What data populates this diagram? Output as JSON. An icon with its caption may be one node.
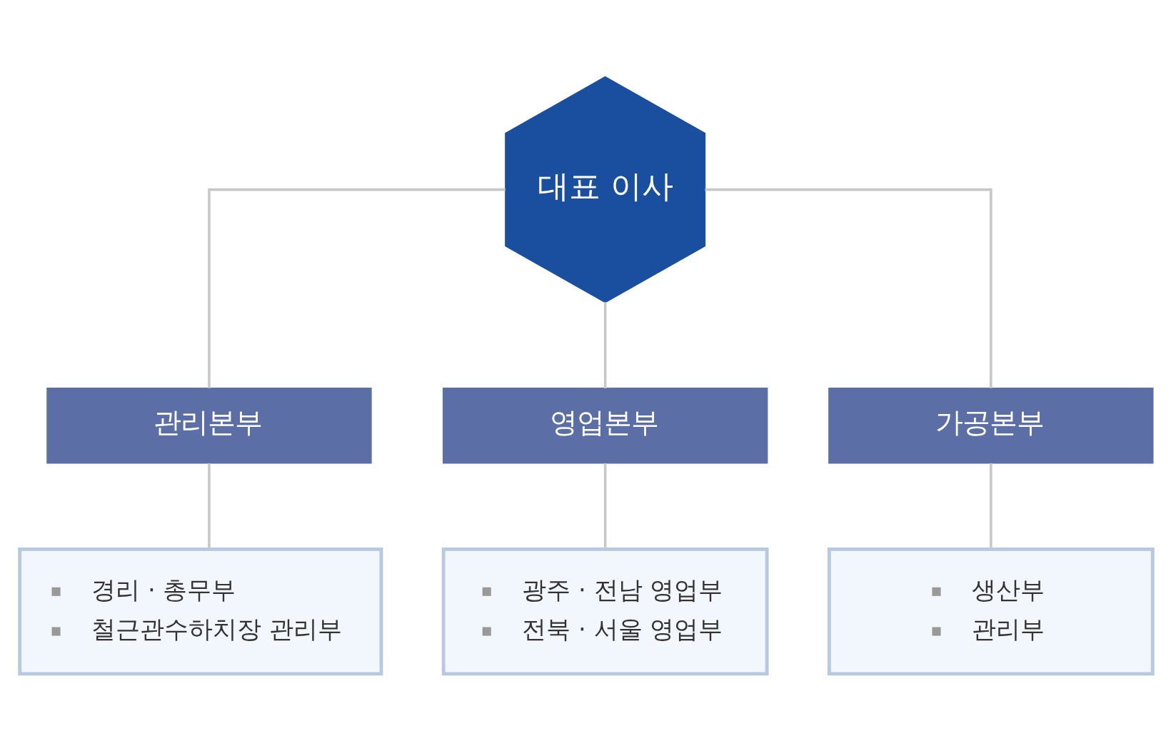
{
  "diagram": {
    "nodes": [
      {
        "text": [
          "대표 이사"
        ]
      },
      {
        "text": [
          "관리본부"
        ]
      },
      {
        "text": [
          "영업본부"
        ]
      },
      {
        "text": [
          "가공본부"
        ]
      },
      {
        "text": [
          "경리 · 총무부",
          "철근관수하치장 관리부"
        ]
      },
      {
        "text": [
          "광주 · 전남 영업부",
          "전북 · 서울 영업부"
        ]
      },
      {
        "text": [
          "생산부",
          "관리부"
        ]
      }
    ],
    "edges": [
      {
        "from": 0,
        "to": 1,
        "arrow": "none"
      },
      {
        "from": 0,
        "to": 2,
        "arrow": "none"
      },
      {
        "from": 0,
        "to": 3,
        "arrow": "none"
      },
      {
        "from": 1,
        "to": 4,
        "arrow": "none"
      },
      {
        "from": 2,
        "to": 5,
        "arrow": "none"
      },
      {
        "from": 3,
        "to": 6,
        "arrow": "none"
      }
    ]
  }
}
